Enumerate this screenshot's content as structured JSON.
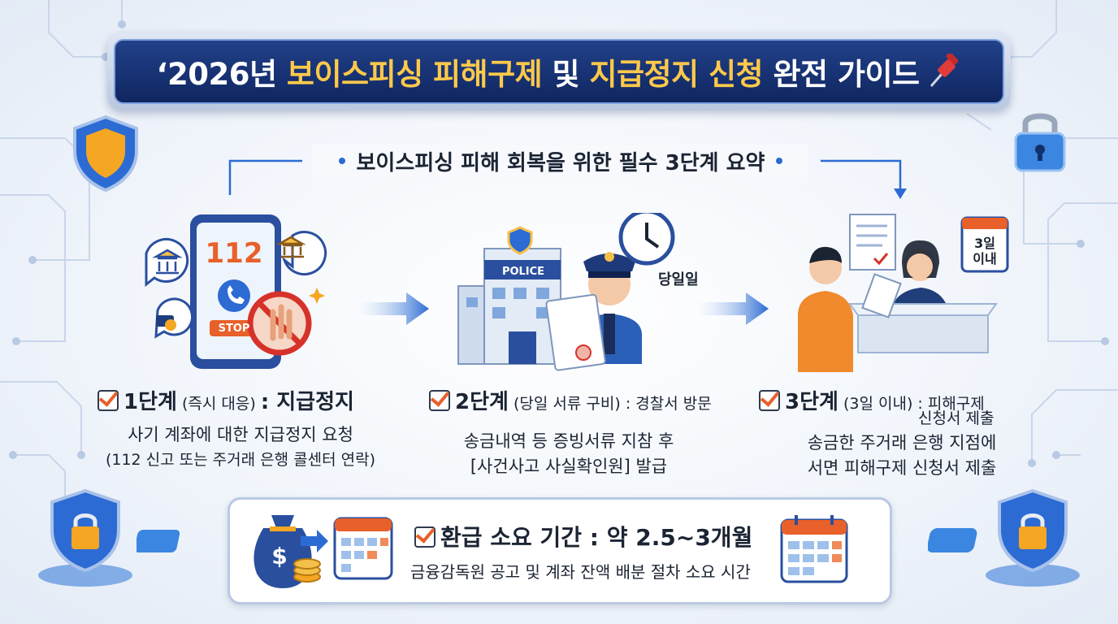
{
  "title": {
    "prefix": "‘2026년 ",
    "highlight1": "보이스피싱 피해구제",
    "middle": " 및 ",
    "highlight2": "지급정지 신청",
    "suffix": " 완전 가이드",
    "icon": "pushpin-icon"
  },
  "subtitle": "보이스피싱 피해 회복을 위한 필수 3단계 요약",
  "illustrations": {
    "phone_number": "112",
    "stop_label": "STOP",
    "police_label": "POLICE",
    "clock_label": "당일일",
    "calendar_label_line1": "3일",
    "calendar_label_line2": "이내"
  },
  "steps": [
    {
      "head": "1단계",
      "paren": " (즉시 대응) ",
      "tail": ": 지급정지",
      "body1": "사기 계좌에 대한 지급정지 요청",
      "body2": "(112 신고 또는 주거래 은행 콜센터 연락)"
    },
    {
      "head": "2단계",
      "paren": " (당일 서류 구비) ",
      "tail": ": 경찰서 방문",
      "body1": "송금내역 등 증빙서류 지참 후",
      "body2": "[사건사고 사실확인원] 발급"
    },
    {
      "head": "3단계",
      "paren": " (3일 이내) ",
      "tail": ": 피해구제",
      "tail2": "신청서 제출",
      "body1": "송금한 주거래 은행 지점에",
      "body2": "서면 피해구제 신청서 제출"
    }
  ],
  "refund": {
    "title": "환급 소요 기간 : 약 2.5~3개월",
    "desc": "금융감독원 공고 및 계좌 잔액 배분 절차 소요 시간",
    "money_symbol": "$"
  },
  "colors": {
    "banner": "#0f2660",
    "highlight": "#ffc94a",
    "accent_blue": "#2c6bd3",
    "check_orange": "#e8602a"
  }
}
